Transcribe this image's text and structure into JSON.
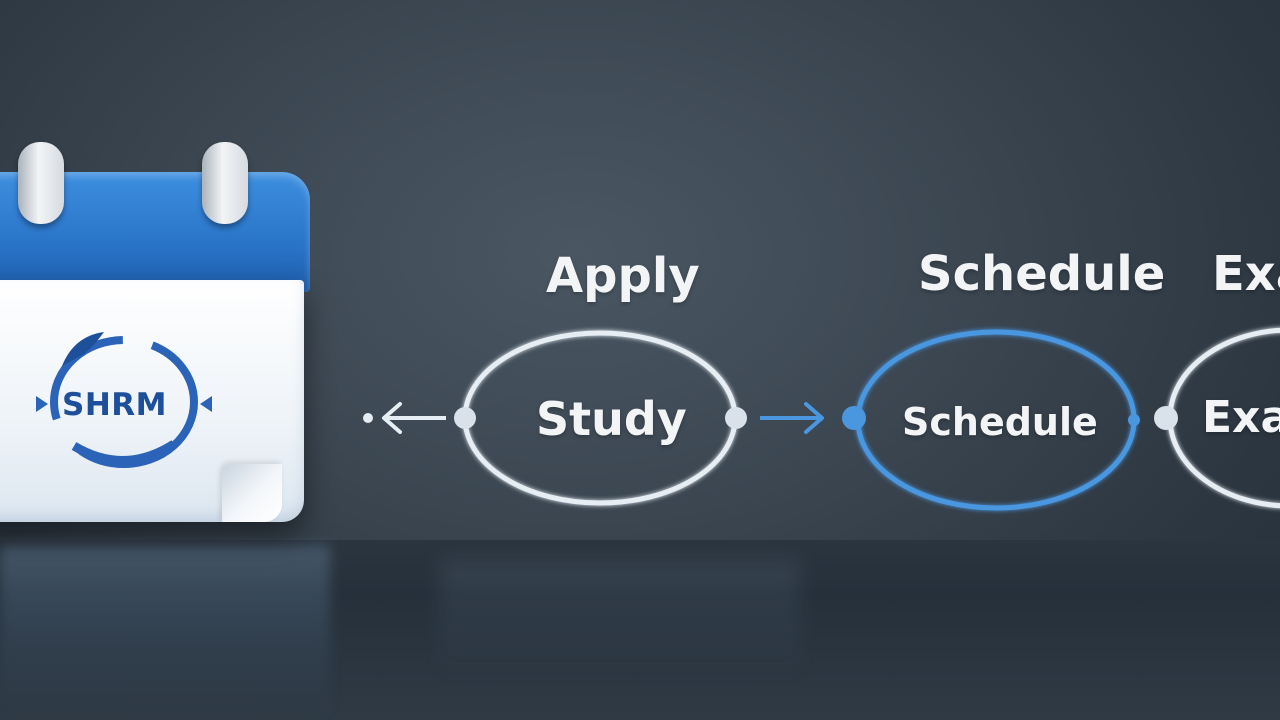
{
  "logo": {
    "text": "SHRM",
    "color": "#1d4f9a"
  },
  "steps": {
    "apply_label": "Apply",
    "study_label": "Study",
    "schedule_heading": "Schedule",
    "schedule_label": "Schedule",
    "exam_heading": "Exa",
    "exam_label": "Exa"
  },
  "colors": {
    "calendar_header": "#2a74c8",
    "highlight_ring": "#4a97e0",
    "ring": "#e6edf3",
    "background": "#3b4651"
  },
  "icons": {
    "calendar": "calendar-icon",
    "arrow_left": "arrow-left-icon",
    "arrow_right": "arrow-right-icon"
  }
}
